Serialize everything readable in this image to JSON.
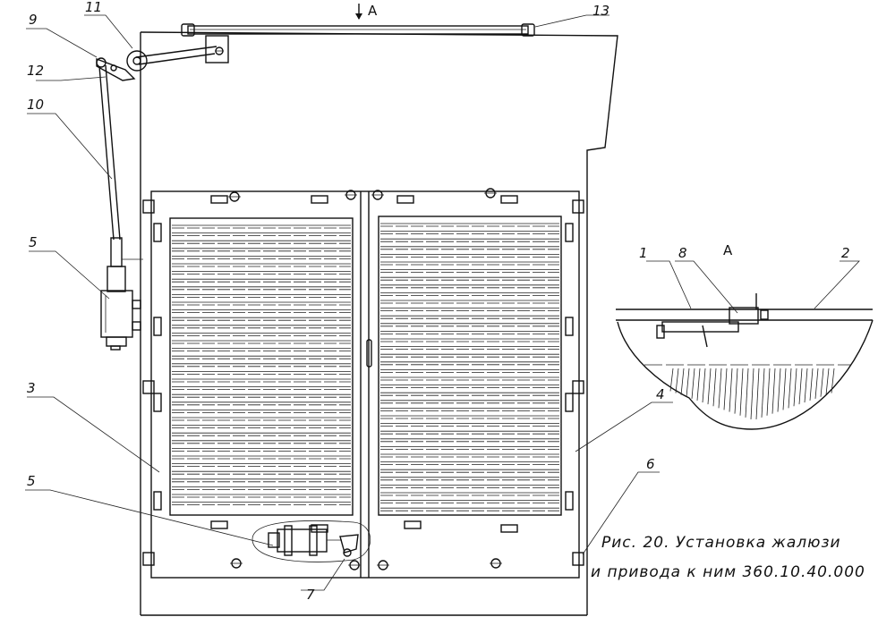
{
  "view_marker": "A",
  "detail_title": "A",
  "callouts": {
    "c1": "1",
    "c2": "2",
    "c3": "3",
    "c4": "4",
    "c5a": "5",
    "c5b": "5",
    "c6": "6",
    "c7": "7",
    "c8": "8",
    "c9": "9",
    "c10": "10",
    "c11": "11",
    "c12": "12",
    "c13": "13"
  },
  "caption": {
    "line1": "Рис. 20. Установка жалюзи",
    "line2": "и привода к ним 360.10.40.000"
  }
}
